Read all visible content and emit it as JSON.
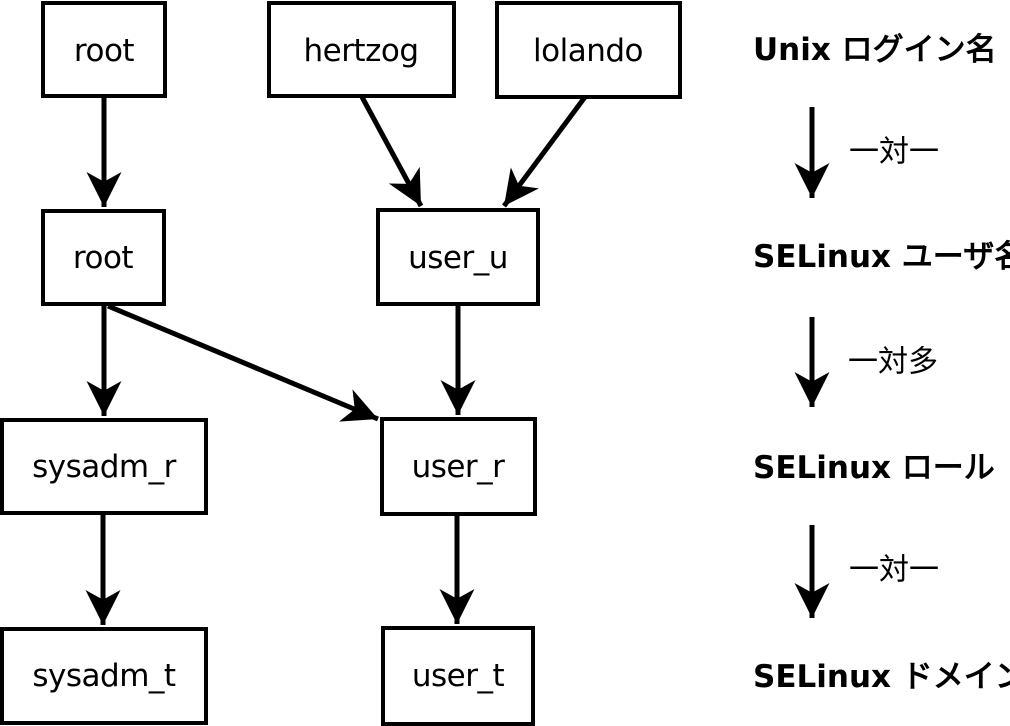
{
  "boxes": {
    "unix_root": {
      "label": "root"
    },
    "unix_hertzog": {
      "label": "hertzog"
    },
    "unix_lolando": {
      "label": "lolando"
    },
    "selinux_root": {
      "label": "root"
    },
    "selinux_user_u": {
      "label": "user_u"
    },
    "role_sysadm_r": {
      "label": "sysadm_r"
    },
    "role_user_r": {
      "label": "user_r"
    },
    "domain_sysadm_t": {
      "label": "sysadm_t"
    },
    "domain_user_t": {
      "label": "user_t"
    }
  },
  "legend": {
    "levels": [
      {
        "label": "Unix ログイン名"
      },
      {
        "label": "SELinux ユーザ名"
      },
      {
        "label": "SELinux ロール"
      },
      {
        "label": "SELinux ドメイン"
      }
    ],
    "relations": [
      {
        "label": "一対一"
      },
      {
        "label": "一対多"
      },
      {
        "label": "一対一"
      }
    ]
  },
  "connections": [
    {
      "from": "root (Unix)",
      "to": "root (SELinux user)"
    },
    {
      "from": "hertzog",
      "to": "user_u"
    },
    {
      "from": "lolando",
      "to": "user_u"
    },
    {
      "from": "root (SELinux user)",
      "to": "sysadm_r"
    },
    {
      "from": "root (SELinux user)",
      "to": "user_r"
    },
    {
      "from": "user_u",
      "to": "user_r"
    },
    {
      "from": "sysadm_r",
      "to": "sysadm_t"
    },
    {
      "from": "user_r",
      "to": "user_t"
    }
  ],
  "colors": {
    "line": "#000000",
    "box_fill": "#ffffff",
    "text": "#000000",
    "background": "#ffffff"
  }
}
